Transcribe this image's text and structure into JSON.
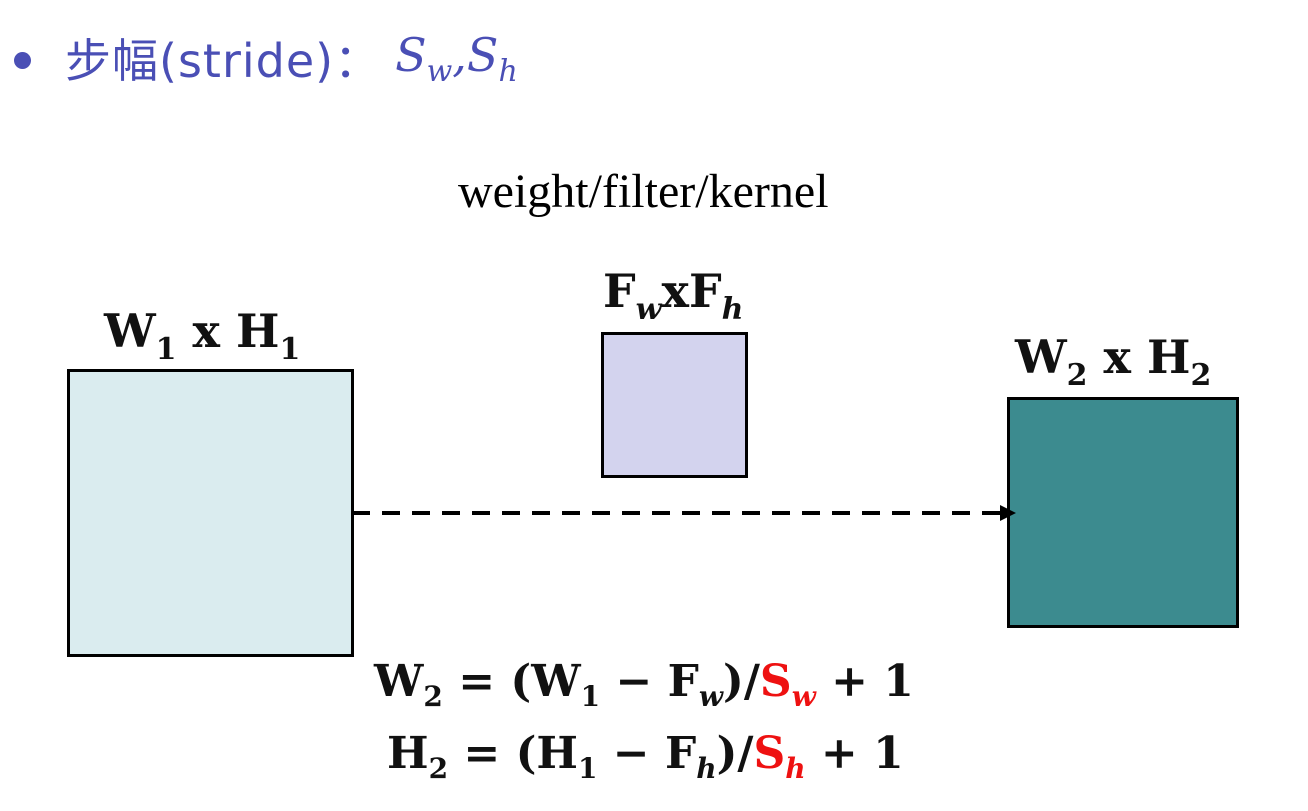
{
  "bullet": {
    "title": "步幅(stride)：",
    "math_sw_base": "S",
    "math_sw_sub": "w",
    "math_sep": ",",
    "math_sh_base": "S",
    "math_sh_sub": "h"
  },
  "kernel_caption": "weight/filter/kernel",
  "labels": {
    "input_w": "W",
    "input_w_sub": "1",
    "input_x": " x ",
    "input_h": "H",
    "input_h_sub": "1",
    "kernel_w": "F",
    "kernel_w_sub": "w",
    "kernel_x": "x",
    "kernel_h": "F",
    "kernel_h_sub": "h",
    "output_w": "W",
    "output_w_sub": "2",
    "output_x": " x ",
    "output_h": "H",
    "output_h_sub": "2"
  },
  "formulas": {
    "w": {
      "lhs": "W",
      "lhs_sub": "2",
      "eq": " = (",
      "a": "W",
      "a_sub": "1",
      "minus": " − ",
      "f": "F",
      "f_sub": "w",
      "close": ")/",
      "s": "S",
      "s_sub": "w",
      "plus": " + 1"
    },
    "h": {
      "lhs": "H",
      "lhs_sub": "2",
      "eq": " = (",
      "a": "H",
      "a_sub": "1",
      "minus": " − ",
      "f": "F",
      "f_sub": "h",
      "close": ")/",
      "s": "S",
      "s_sub": "h",
      "plus": " + 1"
    }
  },
  "colors": {
    "bullet": "#4a4fb5",
    "input_fill": "#daecef",
    "kernel_fill": "#d3d3ee",
    "output_fill": "#3c8b8f",
    "stride_highlight": "#ee1111"
  }
}
